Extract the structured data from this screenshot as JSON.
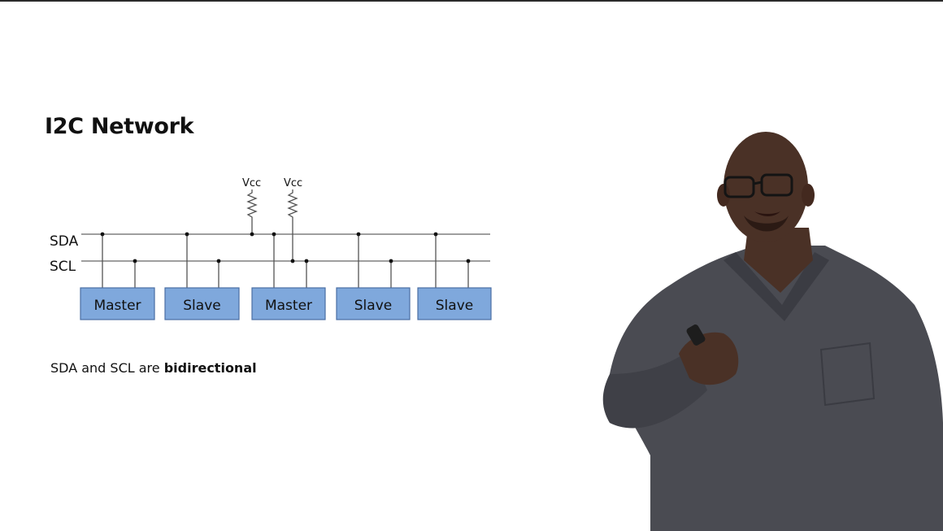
{
  "slide": {
    "title": "I2C Network",
    "caption_prefix": "SDA and SCL are ",
    "caption_emphasis": "bidirectional"
  },
  "diagram": {
    "bus_lines": {
      "sda": "SDA",
      "scl": "SCL"
    },
    "pullups": [
      {
        "label": "Vcc"
      },
      {
        "label": "Vcc"
      }
    ],
    "devices": [
      {
        "label": "Master"
      },
      {
        "label": "Slave"
      },
      {
        "label": "Master"
      },
      {
        "label": "Slave"
      },
      {
        "label": "Slave"
      }
    ],
    "colors": {
      "device_fill": "#7fa8dc",
      "device_stroke": "#4a6ea3",
      "wire": "#555555"
    }
  },
  "presenter": {
    "shirt_color": "#4a4b52",
    "skin_color": "#4a3126"
  }
}
